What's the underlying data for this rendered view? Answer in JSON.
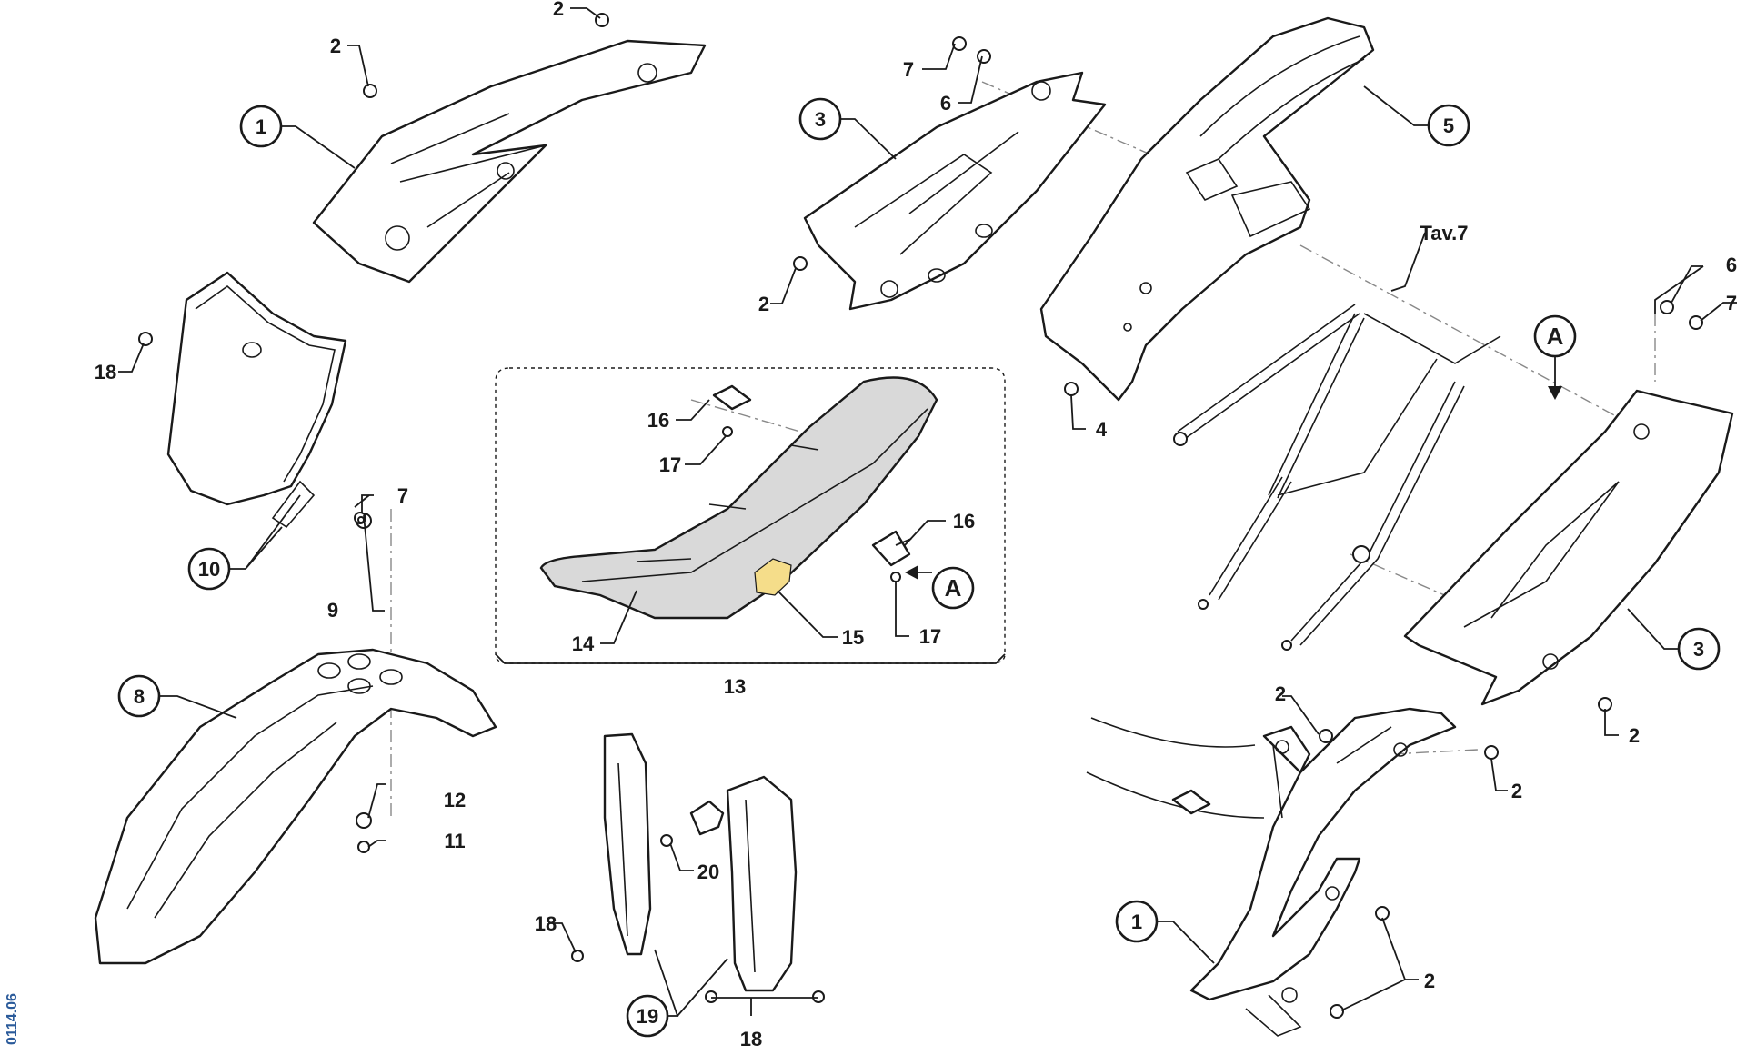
{
  "drawing_code": "0114.06",
  "colors": {
    "line": "#1a1a1a",
    "seat_fill": "#d9d9d9",
    "plate_fill": "#f5dd8a",
    "code": "#2a5a9a"
  },
  "callouts": [
    {
      "id": "c1a",
      "text": "1"
    },
    {
      "id": "c3a",
      "text": "3"
    },
    {
      "id": "c5",
      "text": "5"
    },
    {
      "id": "c10",
      "text": "10"
    },
    {
      "id": "c8",
      "text": "8"
    },
    {
      "id": "c19",
      "text": "19"
    },
    {
      "id": "c3b",
      "text": "3"
    },
    {
      "id": "c1b",
      "text": "1"
    },
    {
      "id": "cA1",
      "text": "A"
    },
    {
      "id": "cA2",
      "text": "A"
    }
  ],
  "labels": [
    {
      "id": "l2a",
      "text": "2"
    },
    {
      "id": "l2b",
      "text": "2"
    },
    {
      "id": "l7a",
      "text": "7"
    },
    {
      "id": "l6a",
      "text": "6"
    },
    {
      "id": "l2c",
      "text": "2"
    },
    {
      "id": "ltav",
      "text": "Tav.7"
    },
    {
      "id": "l6b",
      "text": "6"
    },
    {
      "id": "l7b",
      "text": "7"
    },
    {
      "id": "l18a",
      "text": "18"
    },
    {
      "id": "l4",
      "text": "4"
    },
    {
      "id": "l16a",
      "text": "16"
    },
    {
      "id": "l17a",
      "text": "17"
    },
    {
      "id": "l16b",
      "text": "16"
    },
    {
      "id": "l7c",
      "text": "7"
    },
    {
      "id": "l9",
      "text": "9"
    },
    {
      "id": "l14",
      "text": "14"
    },
    {
      "id": "l15",
      "text": "15"
    },
    {
      "id": "l17b",
      "text": "17"
    },
    {
      "id": "l13",
      "text": "13"
    },
    {
      "id": "l2d",
      "text": "2"
    },
    {
      "id": "l12",
      "text": "12"
    },
    {
      "id": "l11",
      "text": "11"
    },
    {
      "id": "l2e",
      "text": "2"
    },
    {
      "id": "l2f",
      "text": "2"
    },
    {
      "id": "l20",
      "text": "20"
    },
    {
      "id": "l18b",
      "text": "18"
    },
    {
      "id": "l2g",
      "text": "2"
    },
    {
      "id": "l18c",
      "text": "18"
    }
  ]
}
